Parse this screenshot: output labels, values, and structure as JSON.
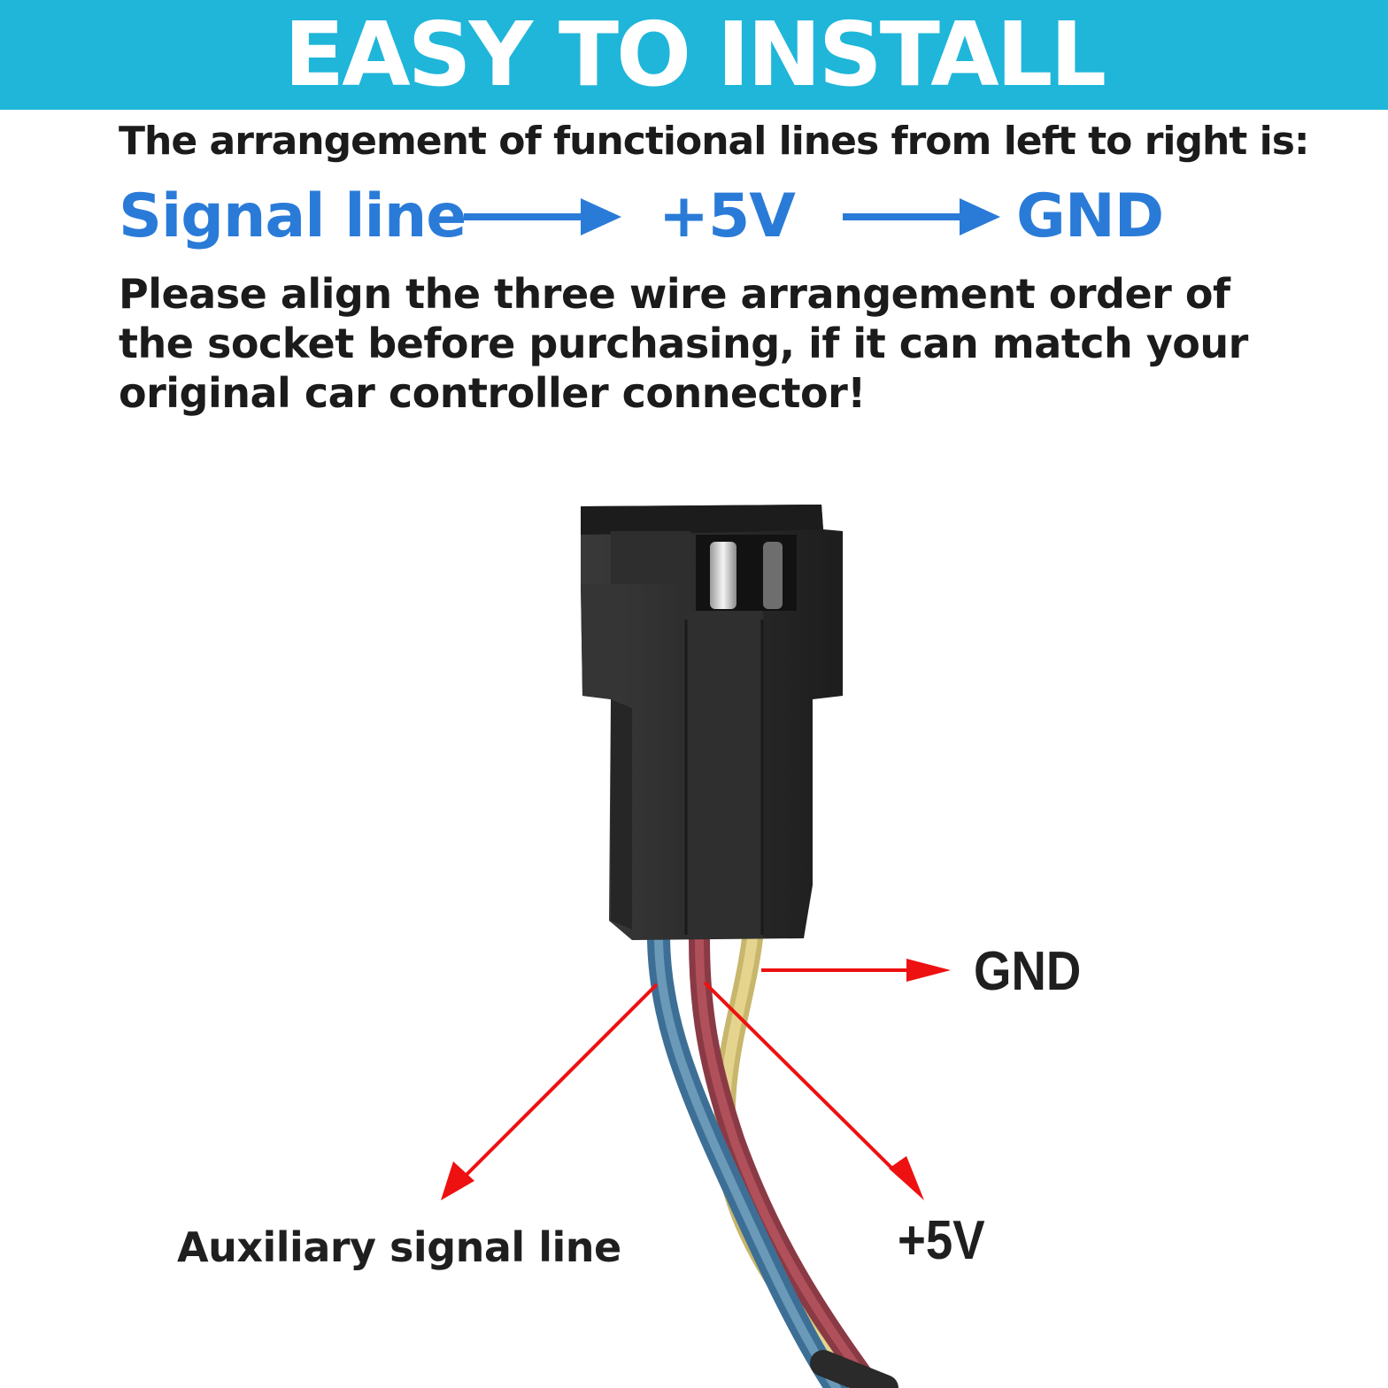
{
  "banner": {
    "title": "EASY TO INSTALL",
    "background_color": "#1fb6d9",
    "text_color": "#ffffff"
  },
  "intro": {
    "text": "The arrangement of functional lines from left to right is:"
  },
  "order": {
    "color": "#2a7bd8",
    "items": [
      "Signal line",
      "+5V",
      "GND"
    ],
    "arrow_icon": "right-arrow-icon"
  },
  "notice": {
    "text": "Please align the three wire arrangement order of the socket before purchasing, if it can match your original car controller connector!"
  },
  "diagram": {
    "connector": "three-pin-connector",
    "wire_colors": [
      "blue",
      "red",
      "yellow"
    ],
    "callout_color": "#ee1111",
    "labels": {
      "gnd": "GND",
      "five_volt": "+5V",
      "auxiliary": "Auxiliary signal line"
    }
  }
}
